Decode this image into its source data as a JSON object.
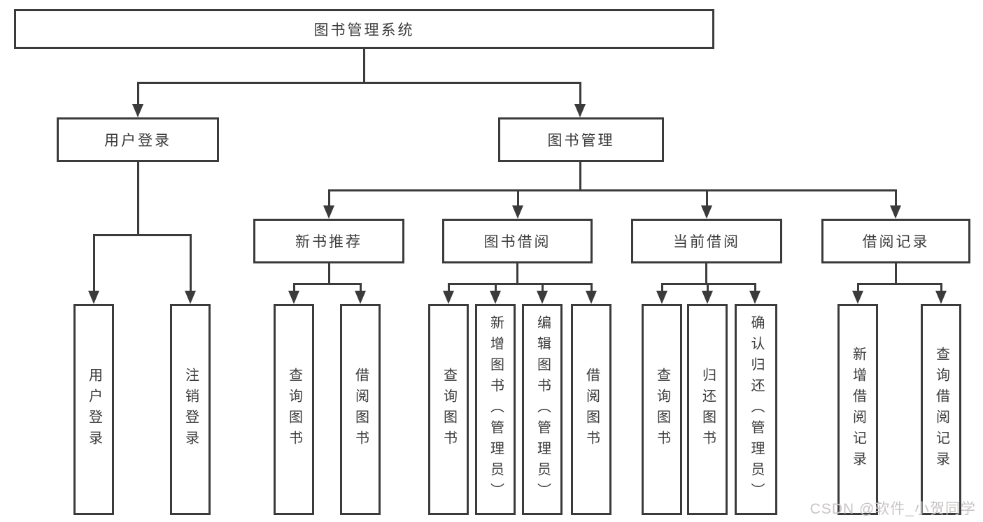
{
  "diagram": {
    "root": {
      "label": "图书管理系统"
    },
    "level2": [
      {
        "label": "用户登录"
      },
      {
        "label": "图书管理"
      }
    ],
    "level3": [
      {
        "label": "新书推荐"
      },
      {
        "label": "图书借阅"
      },
      {
        "label": "当前借阅"
      },
      {
        "label": "借阅记录"
      }
    ],
    "leaves": {
      "user_login": [
        {
          "label": "用户登录"
        },
        {
          "label": "注销登录"
        }
      ],
      "new_books": [
        {
          "label": "查询图书"
        },
        {
          "label": "借阅图书"
        }
      ],
      "borrowing": [
        {
          "label": "查询图书"
        },
        {
          "label": "新增图书（管理员）"
        },
        {
          "label": "编辑图书（管理员）"
        },
        {
          "label": "借阅图书"
        }
      ],
      "current": [
        {
          "label": "查询图书"
        },
        {
          "label": "归还图书"
        },
        {
          "label": "确认归还（管理员）"
        }
      ],
      "records": [
        {
          "label": "新增借阅记录"
        },
        {
          "label": "查询借阅记录"
        }
      ]
    }
  },
  "watermark": {
    "text": "CSDN @软件_小贺同学"
  },
  "colors": {
    "line": "#3b3b3b",
    "text": "#3c3c3c",
    "watermark": "#c9c4c4",
    "background": "#ffffff"
  }
}
